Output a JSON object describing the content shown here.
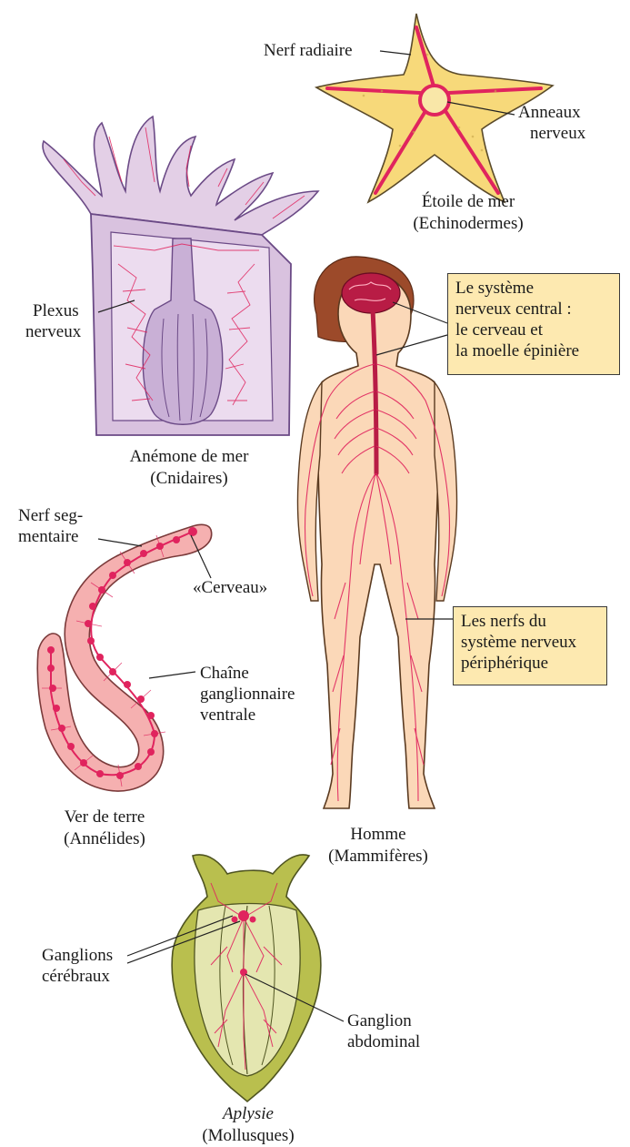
{
  "colors": {
    "nerve": "#e0245e",
    "star_fill": "#f7d97a",
    "anemone_fill": "#e3cfe6",
    "anemone_outline": "#6b4a86",
    "skin": "#fbd8b8",
    "hair": "#9c4a2a",
    "brain": "#b81c45",
    "worm_fill": "#f5b0b0",
    "aplysia_fill": "#b9bf4e",
    "aplysia_inner": "#e4e6b0",
    "callout_fill": "#fde9b0"
  },
  "starfish": {
    "label_radial": "Nerf radiaire",
    "label_ring_1": "Anneaux",
    "label_ring_2": "nerveux",
    "name": "Étoile de mer",
    "group": "(Echinodermes)"
  },
  "anemone": {
    "label_plexus_1": "Plexus",
    "label_plexus_2": "nerveux",
    "name": "Anémone de mer",
    "group": "(Cnidaires)"
  },
  "human": {
    "cns_lines": [
      "Le système",
      "nerveux central :",
      "le cerveau et",
      "la moelle épinière"
    ],
    "pns_lines": [
      "Les nerfs du",
      "système nerveux",
      "périphérique"
    ],
    "name": "Homme",
    "group": "(Mammifères)"
  },
  "worm": {
    "label_segment_1": "Nerf seg-",
    "label_segment_2": "mentaire",
    "label_brain": "«Cerveau»",
    "label_chain_1": "Chaîne",
    "label_chain_2": "ganglionnaire",
    "label_chain_3": "ventrale",
    "name": "Ver de terre",
    "group": "(Annélides)"
  },
  "aplysia": {
    "label_cerebral_1": "Ganglions",
    "label_cerebral_2": "cérébraux",
    "label_abdominal_1": "Ganglion",
    "label_abdominal_2": "abdominal",
    "name": "Aplysie",
    "group": "(Mollusques)"
  }
}
